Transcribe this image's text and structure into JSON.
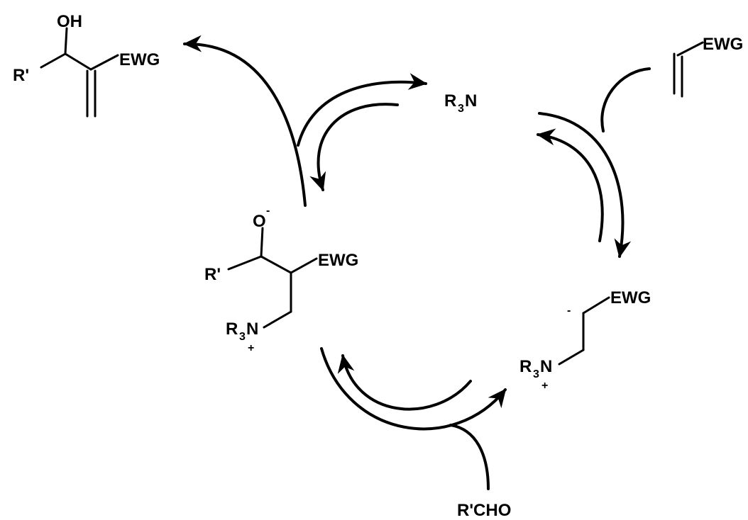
{
  "labels": {
    "oh": "OH",
    "o_minus": "O",
    "minus": "-",
    "r_prime": "R'",
    "ewg": "EWG",
    "r3n_r": "R",
    "r3n_sub": "3",
    "r3n_n": "N",
    "plus": "+",
    "rcho": "R'CHO"
  },
  "colors": {
    "ink": "#000000",
    "background": "#ffffff"
  },
  "icons": {
    "arrowhead": "arrowhead-icon"
  }
}
